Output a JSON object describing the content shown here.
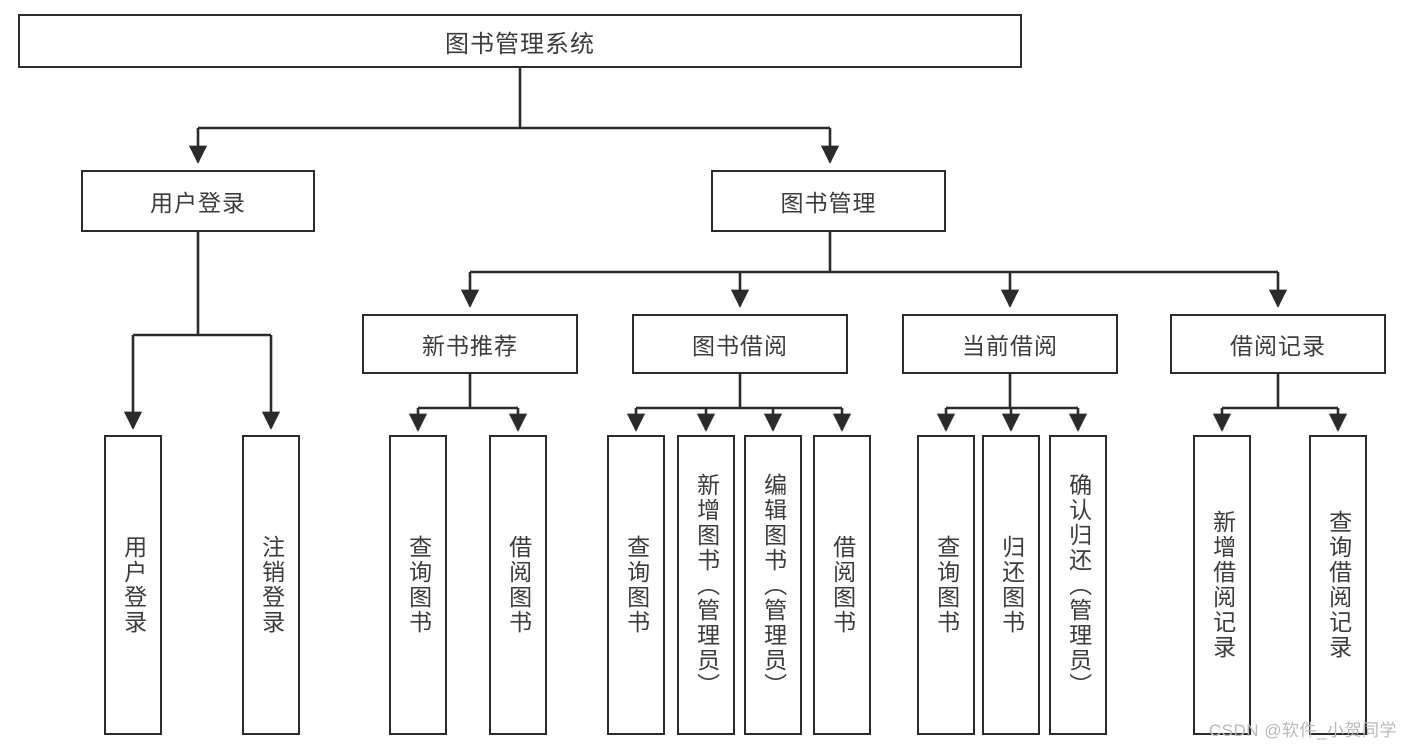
{
  "diagram": {
    "title": "图书管理系统",
    "type": "tree-hierarchy-diagram",
    "root": {
      "label": "图书管理系统"
    },
    "level2": [
      {
        "label": "用户登录"
      },
      {
        "label": "图书管理"
      }
    ],
    "level3": [
      {
        "label": "新书推荐"
      },
      {
        "label": "图书借阅"
      },
      {
        "label": "当前借阅"
      },
      {
        "label": "借阅记录"
      }
    ],
    "leaves_user_login": [
      {
        "label": "用户登录"
      },
      {
        "label": "注销登录"
      }
    ],
    "leaves_new_book": [
      {
        "label": "查询图书"
      },
      {
        "label": "借阅图书"
      }
    ],
    "leaves_borrow": [
      {
        "label": "查询图书"
      },
      {
        "label": "新增图书（管理员）"
      },
      {
        "label": "编辑图书（管理员）"
      },
      {
        "label": "借阅图书"
      }
    ],
    "leaves_current": [
      {
        "label": "查询图书"
      },
      {
        "label": "归还图书"
      },
      {
        "label": "确认归还（管理员）"
      }
    ],
    "leaves_record": [
      {
        "label": "新增借阅记录"
      },
      {
        "label": "查询借阅记录"
      }
    ]
  },
  "watermark": {
    "text": "CSDN @软件_小贺同学"
  },
  "colors": {
    "stroke": "#2b2b2b",
    "text": "#3c3c3c",
    "background": "#ffffff",
    "watermark": "#b9b9b9"
  }
}
